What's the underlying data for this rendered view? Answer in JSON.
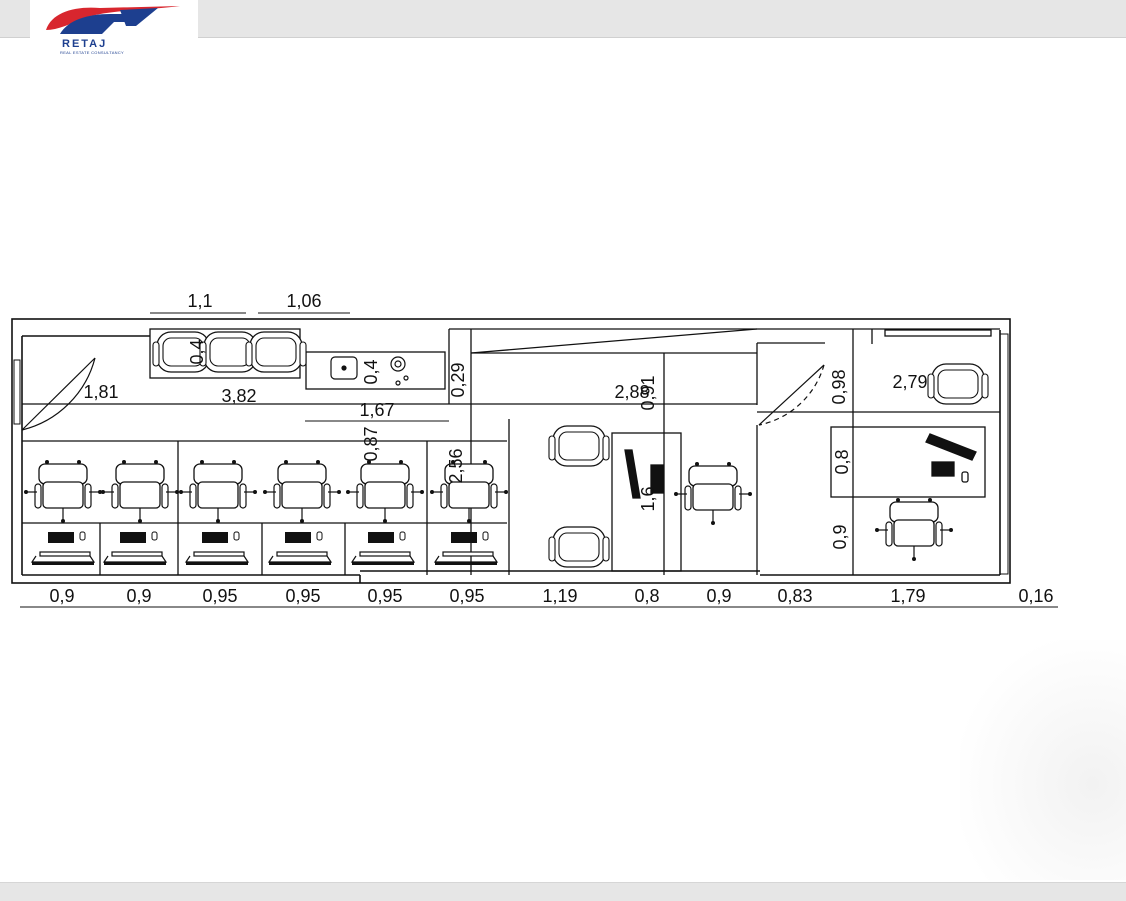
{
  "logo": {
    "name": "RETAJ",
    "tagline": "REAL ESTATE CONSULTANCY"
  },
  "dimensions": {
    "bottom": [
      "0,9",
      "0,9",
      "0,95",
      "0,95",
      "0,95",
      "0,95",
      "1,19",
      "0,8",
      "0,9",
      "0,83",
      "1,79",
      "0,16"
    ],
    "top": [
      "1,1",
      "1,06"
    ],
    "interior": [
      "1,81",
      "3,82",
      "1,67",
      "2,88",
      "2,79"
    ],
    "vertical": [
      "0,4",
      "0,4",
      "0,29",
      "0,87",
      "2,56",
      "0,91",
      "1,6",
      "0,98",
      "0,8",
      "0,9"
    ]
  },
  "colors": {
    "line": "#111111",
    "logo_blue": "#1d3f8f",
    "logo_red": "#d8262e"
  }
}
